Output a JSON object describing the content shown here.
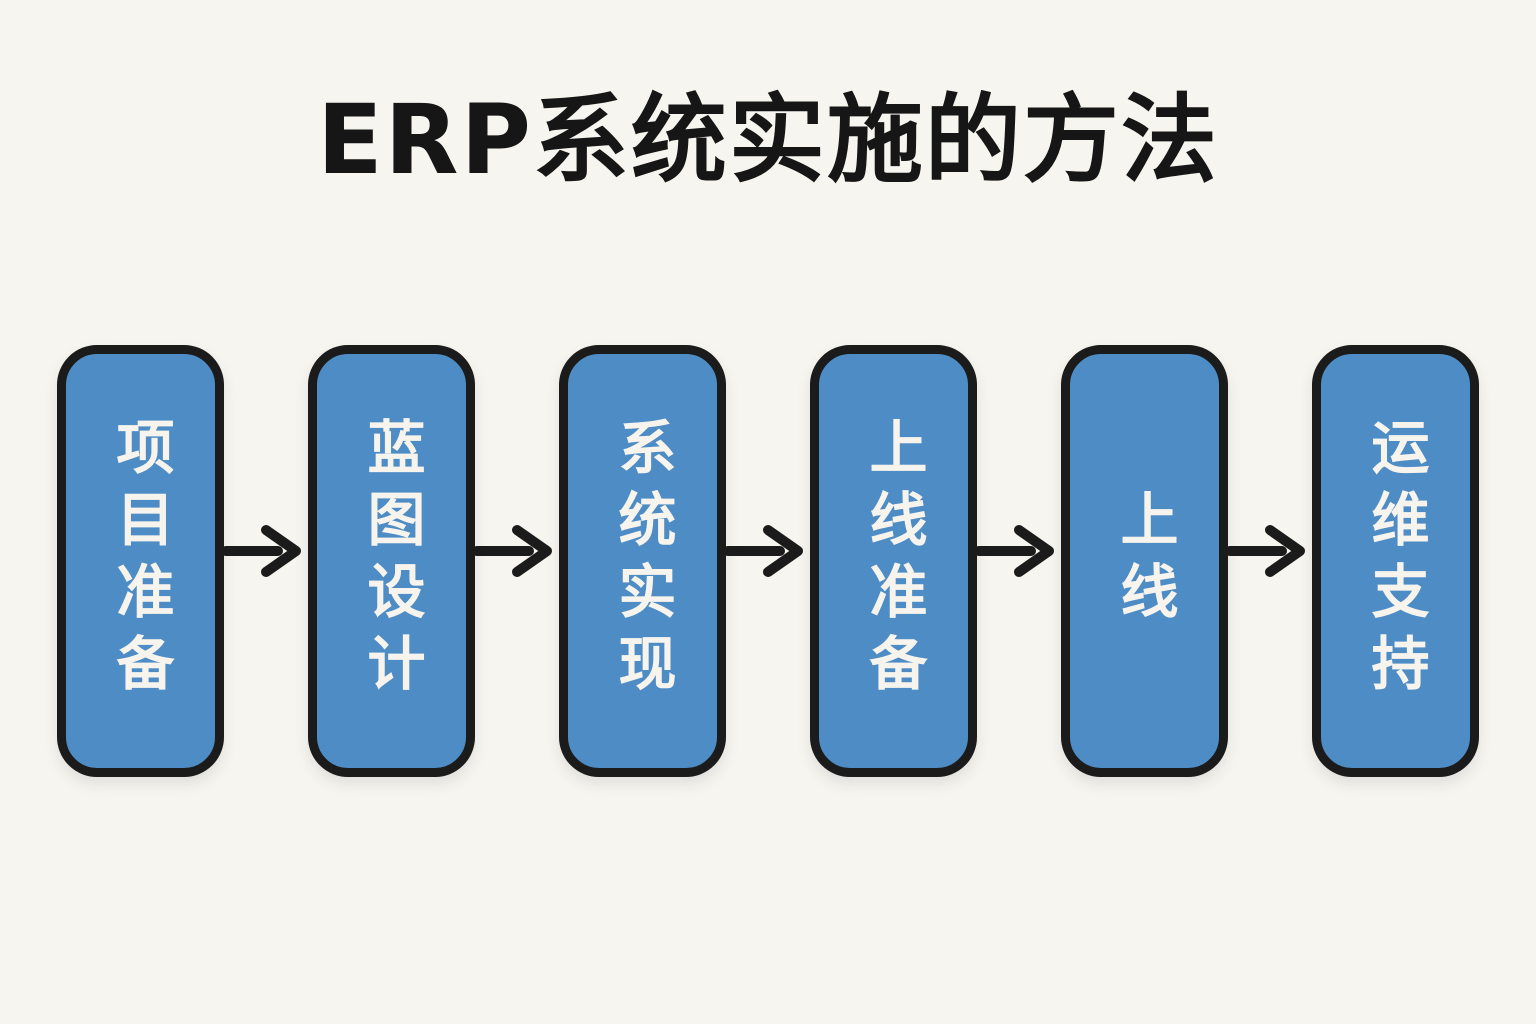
{
  "title": "ERP系统实施的方法",
  "colors": {
    "background": "#f7f5f0",
    "box_fill": "#4e8cc5",
    "box_border": "#1b1b1b",
    "box_text": "#f7f4ee",
    "arrow": "#1b1b1b",
    "title_color": "#161616"
  },
  "flow": {
    "direction": "left-to-right",
    "steps": [
      {
        "label": "项目准备"
      },
      {
        "label": "蓝图设计"
      },
      {
        "label": "系统实现"
      },
      {
        "label": "上线准备"
      },
      {
        "label": "上线"
      },
      {
        "label": "运维支持"
      }
    ]
  },
  "icons": {
    "arrow_right": "→"
  }
}
